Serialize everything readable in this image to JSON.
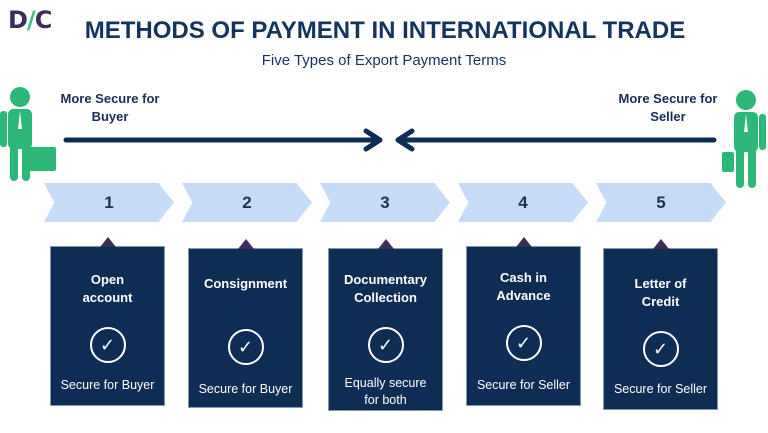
{
  "logo": {
    "left": "D",
    "slash": "/",
    "right": "C"
  },
  "title": "METHODS OF PAYMENT IN INTERNATIONAL TRADE",
  "subtitle": "Five Types of Export Payment Terms",
  "buyer_label": "More Secure for Buyer",
  "seller_label": "More Secure for Seller",
  "colors": {
    "navy": "#0d2d55",
    "chevron": "#c6dbf7",
    "figure": "#2db87a"
  },
  "steps": [
    {
      "number": "1",
      "name": "Open account",
      "security": "Secure for Buyer"
    },
    {
      "number": "2",
      "name": "Consignment",
      "security": "Secure for Buyer"
    },
    {
      "number": "3",
      "name": "Documentary Collection",
      "security": "Equally secure for both"
    },
    {
      "number": "4",
      "name": "Cash in Advance",
      "security": "Secure for Seller"
    },
    {
      "number": "5",
      "name": "Letter of Credit",
      "security": "Secure for Seller"
    }
  ]
}
